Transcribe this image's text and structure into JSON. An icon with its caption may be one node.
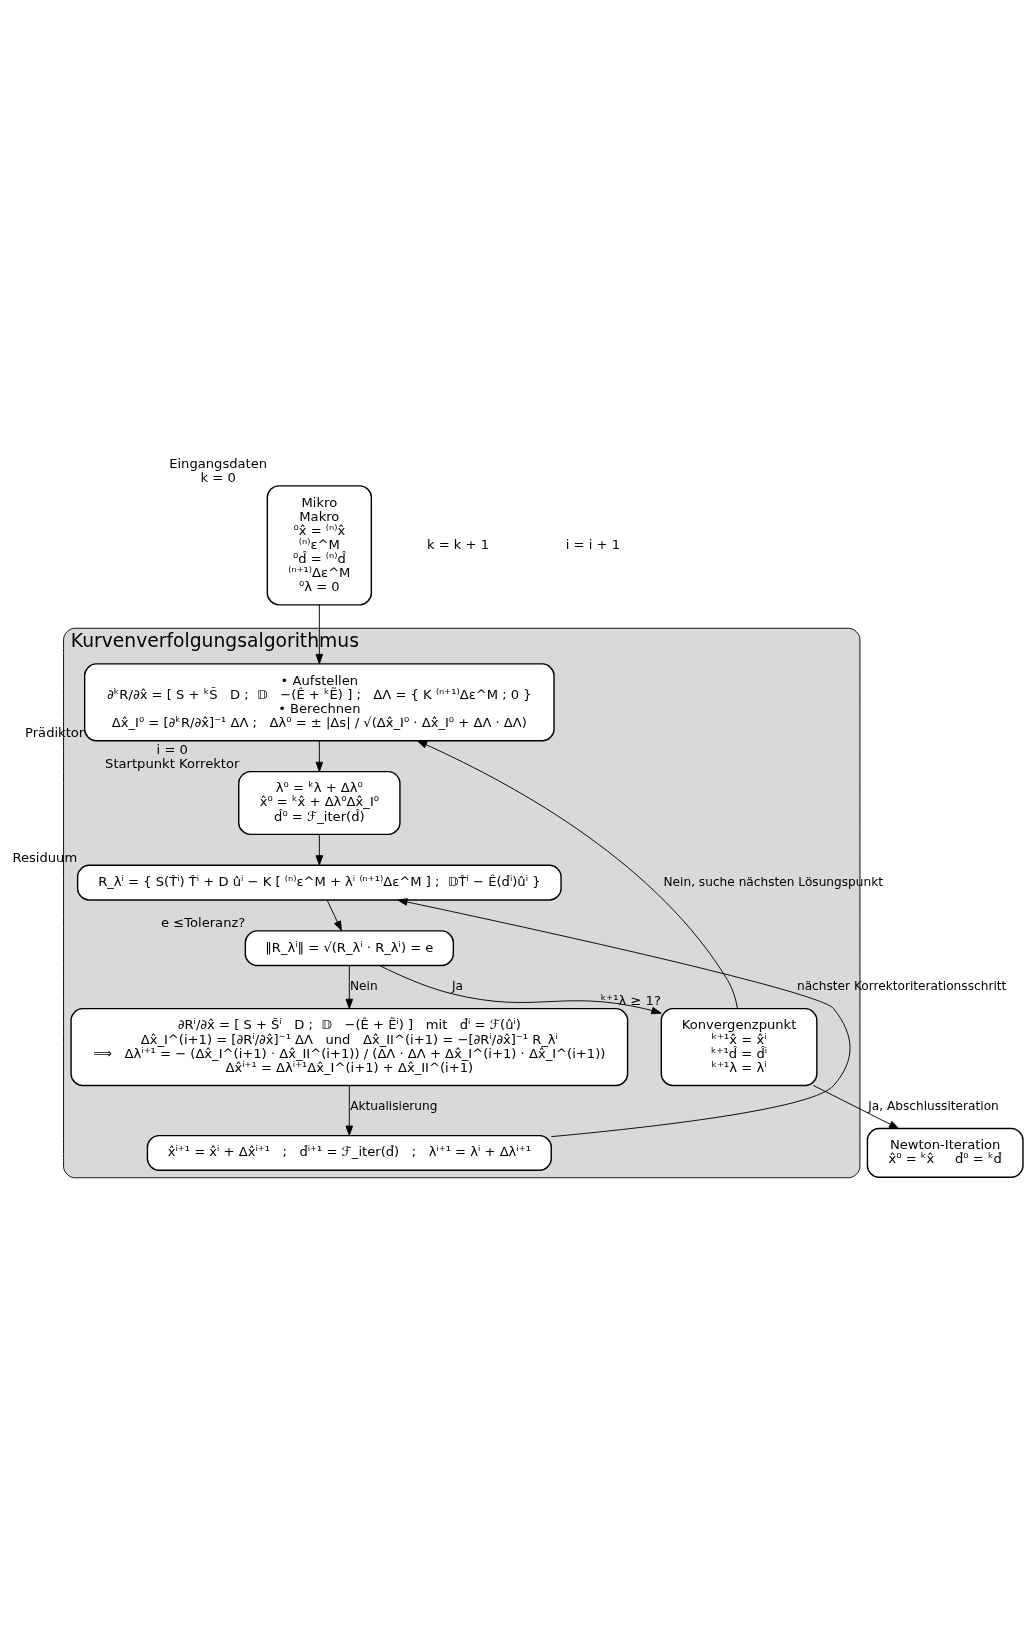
{
  "diagram": {
    "nodes": [
      {
        "text": [
          "Mikro",
          "Makro",
          "⁰x̂ = ⁽ⁿ⁾x̂",
          "⁽ⁿ⁾ε^M",
          "⁰d̂ = ⁽ⁿ⁾d̂",
          "⁽ⁿ⁺¹⁾Δε^M",
          "⁰λ = 0"
        ],
        "beside": [
          "Eingangsdaten",
          "k = 0"
        ]
      },
      {
        "text": [
          "Kurvenverfolgungsalgorithmus"
        ]
      },
      {
        "text": [
          "• Aufstellen",
          "∂ᵏR/∂x̂ = [ S + ᵏS̃   D ;  𝔻   −(Ê + ᵏẼ) ] ;   ΔΛ = { K ⁽ⁿ⁺¹⁾Δε^M ; 0 }",
          "• Berechnen",
          "Δx̂_I⁰ = [∂ᵏR/∂x̂]⁻¹ ΔΛ ;   Δλ⁰ = ± |Δs| / √(Δx̂_I⁰ · Δx̂_I⁰ + ΔΛ · ΔΛ)"
        ],
        "in": 1,
        "beside": [
          "Prädiktor"
        ]
      },
      {
        "text": [
          "λ⁰ = ᵏλ + Δλ⁰",
          "x̂⁰ = ᵏx̂ + Δλ⁰Δx̂_I⁰",
          "d̂⁰ = ℱ_iter(d̂)"
        ],
        "in": 1,
        "beside": [
          "i = 0",
          "Startpunkt Korrektor"
        ]
      },
      {
        "text": [
          "R_λⁱ = { S(T̂ⁱ) T̂ⁱ + D ûⁱ − K [ ⁽ⁿ⁾ε^M + λⁱ ⁽ⁿ⁺¹⁾Δε^M ] ;  𝔻T̂ⁱ − Ê(d̂ⁱ)ûⁱ }"
        ],
        "in": 1,
        "beside": [
          "Residuum"
        ]
      },
      {
        "text": [
          "‖R_λⁱ‖ = √(R_λⁱ · R_λⁱ) = e"
        ],
        "in": 1,
        "beside": [
          "e ≤Toleranz?"
        ]
      },
      {
        "text": [
          "Konvergenzpunkt",
          "ᵏ⁺¹x̂ = x̂ⁱ",
          "ᵏ⁺¹d̂ = d̂ⁱ",
          "ᵏ⁺¹λ = λⁱ"
        ],
        "in": 1,
        "beside": [
          "ᵏ⁺¹λ ≥ 1?"
        ]
      },
      {
        "text": [
          "∂Rⁱ/∂x̂ = [ S + S̃ⁱ   D ;  𝔻   −(Ê + Ẽⁱ) ]   mit   d̂ⁱ = ℱ(ûⁱ)",
          "Δx̂_I^(i+1) = [∂Rⁱ/∂x̂]⁻¹ ΔΛ   und   Δx̂_II^(i+1) = −[∂Rⁱ/∂x̂]⁻¹ R_λⁱ",
          "⟹   Δλⁱ⁺¹ = − (Δx̂_I^(i+1) · Δx̂_II^(i+1)) / (ΔΛ · ΔΛ + Δx̂_I^(i+1) · Δx̂_I^(i+1))",
          "Δx̂ⁱ⁺¹ = Δλⁱ⁺¹Δx̂_I^(i+1) + Δx̂_II^(i+1)"
        ],
        "in": 1
      },
      {
        "text": [
          "x̂ⁱ⁺¹ = x̂ⁱ + Δx̂ⁱ⁺¹   ;   d̂ⁱ⁺¹ = ℱ_iter(d̂)   ;   λⁱ⁺¹ = λⁱ + Δλⁱ⁺¹"
        ],
        "in": 1
      },
      {
        "text": [
          "Newton-Iteration",
          "x̂⁰ = ᵏx̂     d̂⁰ = ᵏd̂"
        ]
      }
    ],
    "edges": [
      {
        "from": 0,
        "to": 2,
        "arrow": "to"
      },
      {
        "from": 2,
        "to": 3,
        "arrow": "to"
      },
      {
        "from": 3,
        "to": 4,
        "arrow": "to"
      },
      {
        "from": 4,
        "to": 5,
        "arrow": "to"
      },
      {
        "from": 5,
        "to": 6,
        "label": "Ja",
        "arrow": "to"
      },
      {
        "from": 5,
        "to": 7,
        "label": "Nein",
        "arrow": "to"
      },
      {
        "from": 7,
        "to": 8,
        "label": "Aktualisierung",
        "arrow": "to"
      },
      {
        "from": 8,
        "to": 4,
        "label": "nächster Korrektoriterationsschritt",
        "arrow": "to"
      },
      {
        "from": 6,
        "to": 2,
        "label": "Nein, suche nächsten Lösungspunkt",
        "arrow": "to"
      },
      {
        "from": 6,
        "to": 9,
        "label": "Ja, Abschlussiteration",
        "arrow": "to"
      }
    ],
    "labels": [
      "k = k + 1",
      "i = i + 1"
    ]
  }
}
